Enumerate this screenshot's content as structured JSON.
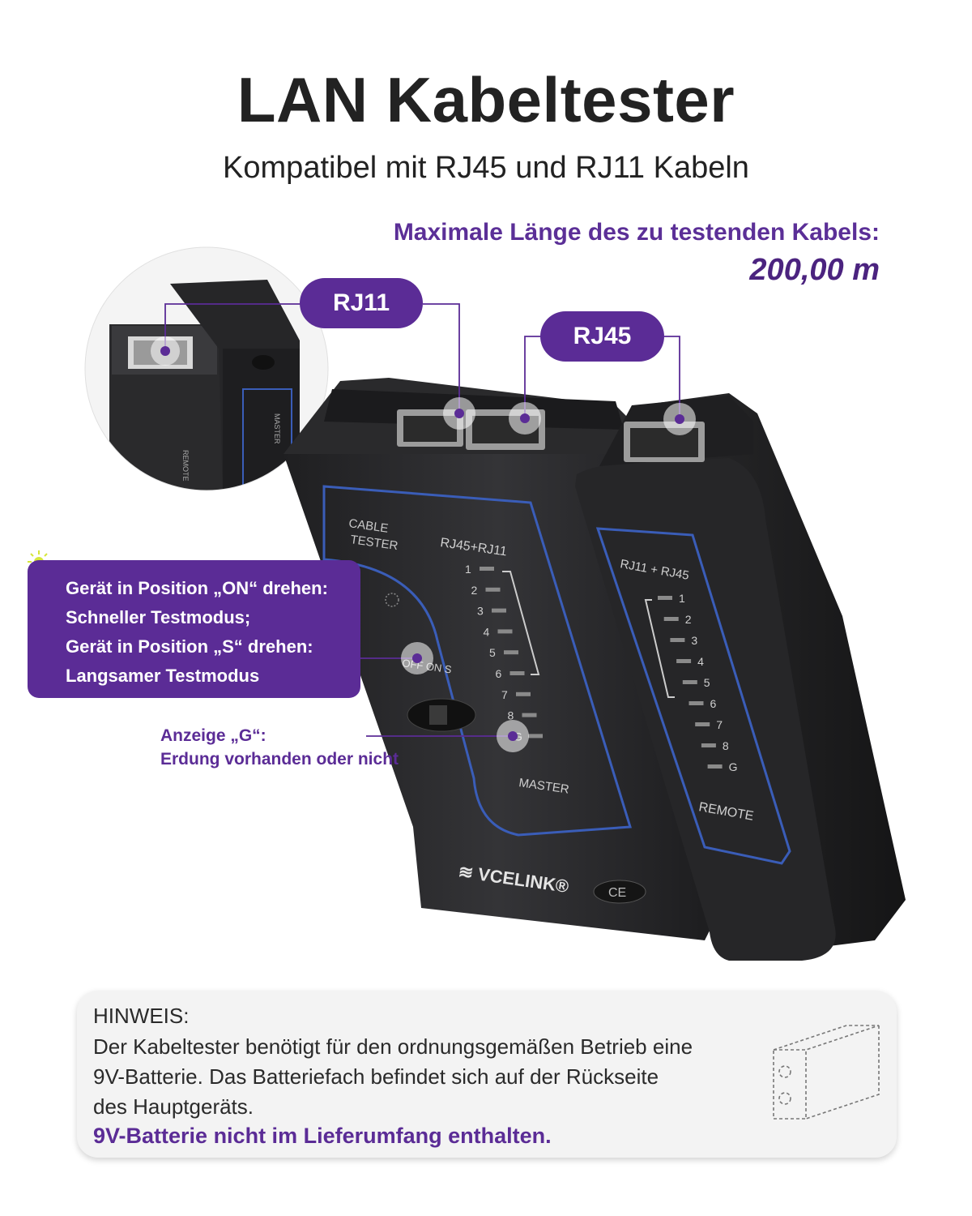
{
  "header": {
    "title": "LAN Kabeltester",
    "subtitle": "Kompatibel mit RJ45 und RJ11 Kabeln"
  },
  "cable_length": {
    "label": "Maximale Länge des zu testenden Kabels:",
    "value": "200,00 m"
  },
  "callouts": {
    "rj11": "RJ11",
    "rj45": "RJ45",
    "switch_lines": [
      "Gerät in Position „ON“ drehen:",
      "Schneller Testmodus;",
      "Gerät in Position „S“ drehen:",
      "Langsamer Testmodus"
    ],
    "ground_lines": [
      "Anzeige „G“:",
      "Erdung vorhanden oder nicht"
    ]
  },
  "device": {
    "master_panel": {
      "label_cable": "CABLE",
      "label_tester": "TESTER",
      "label_ports": "RJ45+RJ11",
      "switch_label": "OFF ON S",
      "leds": [
        "1",
        "2",
        "3",
        "4",
        "5",
        "6",
        "7",
        "8",
        "G"
      ],
      "unit_label": "MASTER"
    },
    "remote_panel": {
      "label_ports": "RJ11 + RJ45",
      "leds": [
        "1",
        "2",
        "3",
        "4",
        "5",
        "6",
        "7",
        "8",
        "G"
      ],
      "unit_label": "REMOTE"
    },
    "brand": "VCELINK®",
    "ce_mark": "CE",
    "inset_labels": [
      "MASTER",
      "REMOTE"
    ]
  },
  "note": {
    "heading": "HINWEIS:",
    "lines": [
      "Der Kabeltester benötigt für den ordnungsgemäßen Betrieb eine",
      "9V-Batterie. Das Batteriefach befindet sich auf der Rückseite",
      "des Hauptgeräts."
    ],
    "warning": "9V-Batterie nicht im Lieferumfang enthalten."
  },
  "colors": {
    "accent": "#5b2c96",
    "device_body": "#2b2b2d",
    "panel_outline": "#3a5db8",
    "note_background": "#f3f3f3"
  }
}
